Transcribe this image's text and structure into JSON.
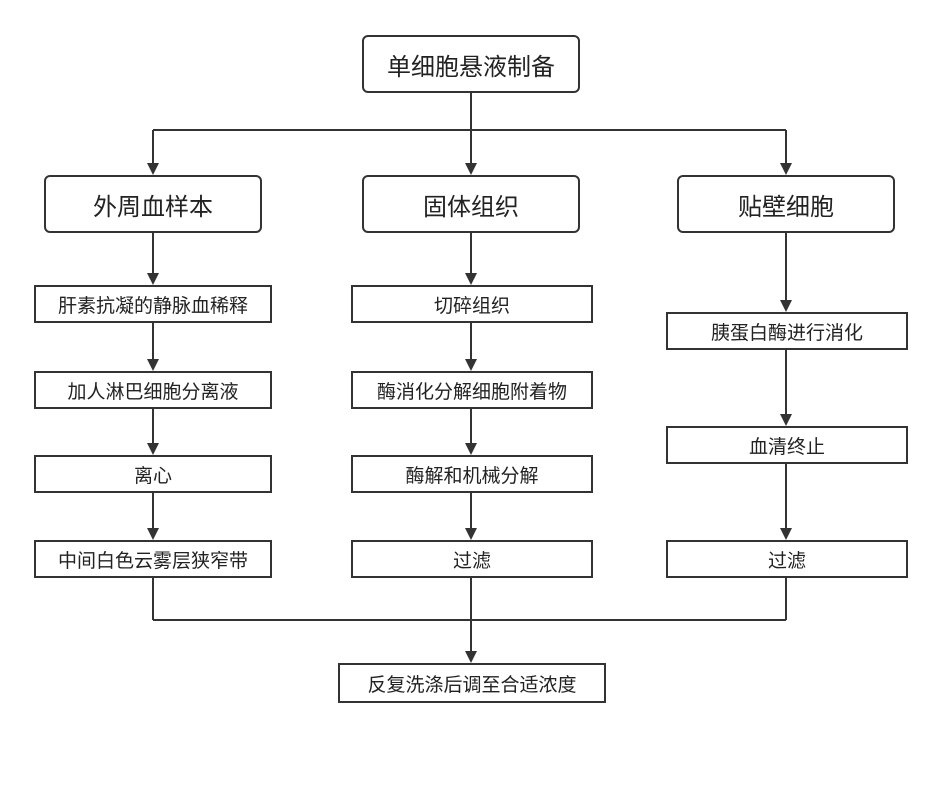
{
  "nodes": {
    "root": "单细胞悬液制备",
    "blood": "外周血样本",
    "tissue": "固体组织",
    "adherent": "贴壁细胞",
    "blood_steps": [
      "肝素抗凝的静脉血稀释",
      "加人淋巴细胞分离液",
      "离心",
      "中间白色云雾层狭窄带"
    ],
    "tissue_steps": [
      "切碎组织",
      "酶消化分解细胞附着物",
      "酶解和机械分解",
      "过滤"
    ],
    "adherent_steps": [
      "胰蛋白酶进行消化",
      "血清终止",
      "过滤"
    ],
    "final": "反复洗涤后调至合适浓度"
  },
  "style": {
    "line_color": "#333333",
    "box_border": "#333333",
    "text_color": "#222222"
  }
}
